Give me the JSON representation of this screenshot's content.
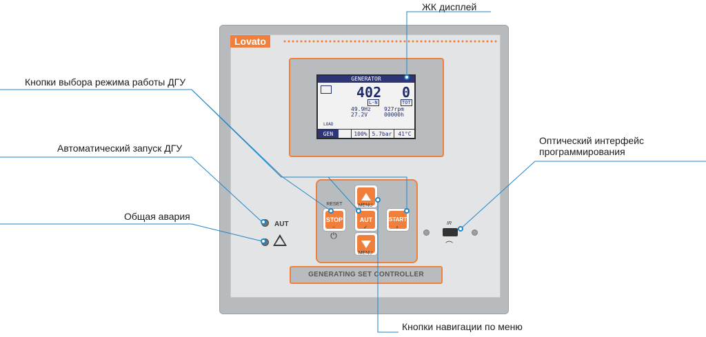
{
  "labels": {
    "lcd_display": "ЖК дисплей",
    "mode_buttons": "Кнопки выбора режима работы ДГУ",
    "auto_start": "Автоматический запуск ДГУ",
    "general_alarm": "Общая авария",
    "optical_interface": "Оптический интерфейс программирования",
    "menu_nav": "Кнопки навигации по меню"
  },
  "device": {
    "brand": "Lovato",
    "panel_title": "GENERATING SET CONTROLLER",
    "aut_led_label": "AUT",
    "ir_label": "IR"
  },
  "lcd": {
    "header": "GENERATOR",
    "kva": "402",
    "kva_unit": "L-N",
    "tot": "0",
    "tot_unit": "TOT",
    "freq": "49.9Hz",
    "volt": "27.2V",
    "rpm": "927rpm",
    "hours": "00000h",
    "load": "LOAD",
    "footer_gen": "GEN",
    "fuel": "100%",
    "pressure": "5.7bar",
    "temp": "41°C"
  },
  "buttons": {
    "stop": "STOP",
    "stop_top": "RESET",
    "stop_bottom": "−",
    "aut": "AUT",
    "aut_bottom": "✓",
    "start": "START",
    "start_bottom": "+",
    "up_menu": "MENU",
    "down_menu": "MENU"
  },
  "colors": {
    "accent": "#f07f3c",
    "line": "#1e86c8"
  }
}
